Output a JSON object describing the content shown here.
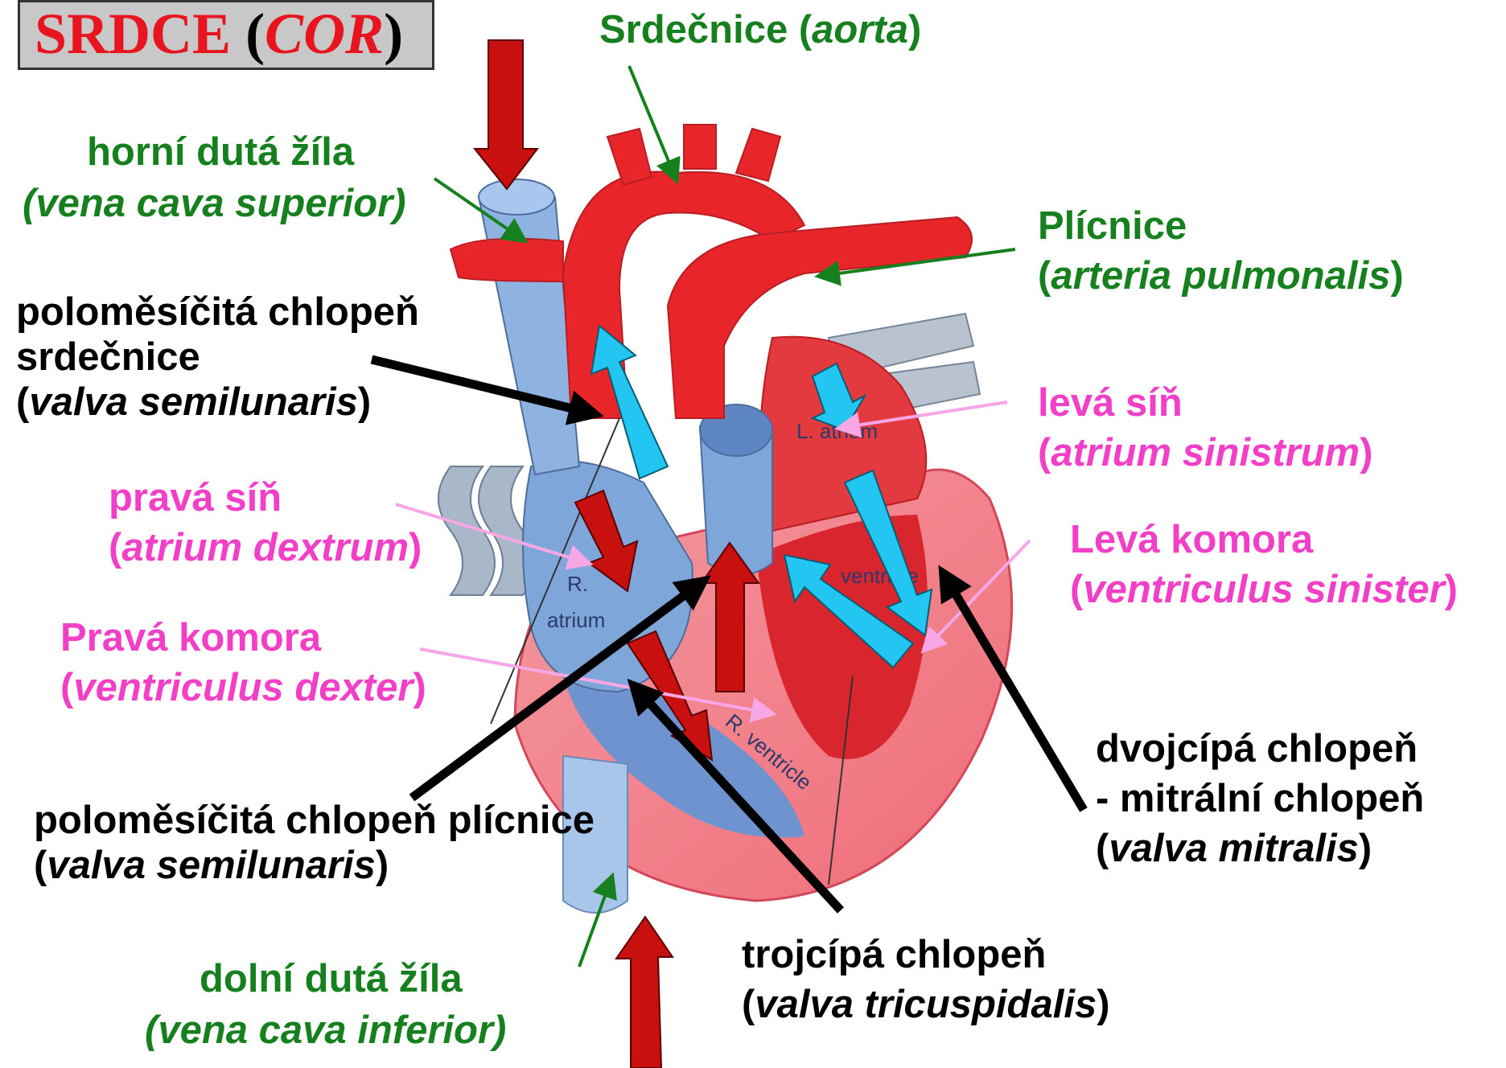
{
  "title": {
    "main": "SRDCE",
    "open": " (",
    "latin": "COR",
    "close": ")"
  },
  "labels": {
    "aorta": {
      "cz": "Srdečnice (",
      "lat": "aorta",
      "end": ")"
    },
    "vena_cava_superior": {
      "cz": "horní dutá žíla",
      "lat": "(vena cava superior)"
    },
    "arteria_pulmonalis": {
      "cz": "Plícnice",
      "open": "(",
      "lat": "arteria pulmonalis",
      "end": ")"
    },
    "aortic_valve": {
      "l1": "poloměsíčitá chlopeň",
      "l2": "srdečnice",
      "open": "(",
      "lat": "valva semilunaris",
      "end": ")"
    },
    "left_atrium": {
      "cz": "levá síň",
      "open": "(",
      "lat": "atrium sinistrum",
      "end": ")"
    },
    "right_atrium": {
      "cz": "pravá síň",
      "open": "(",
      "lat": "atrium dextrum",
      "end": ")"
    },
    "left_ventricle": {
      "cz": "Levá komora",
      "open": "(",
      "lat": "ventriculus sinister",
      "end": ")"
    },
    "right_ventricle": {
      "cz": "Pravá komora",
      "open": "(",
      "lat": "ventriculus dexter",
      "end": ")"
    },
    "mitral_valve": {
      "l1": "dvojcípá chlopeň",
      "l2": "- mitrální chlopeň",
      "open": "(",
      "lat": "valva mitralis",
      "end": ")"
    },
    "pulmonary_valve": {
      "l1": "poloměsíčitá chlopeň plícnice",
      "open": "(",
      "lat": "valva semilunaris",
      "end": ")"
    },
    "tricuspid_valve": {
      "cz": "trojcípá chlopeň",
      "open": "(",
      "lat": "valva tricuspidalis",
      "end": ")"
    },
    "vena_cava_inferior": {
      "cz": "dolní dutá žíla",
      "lat": "(vena cava inferior)"
    }
  },
  "diagram_text": {
    "l_atrium": "L. atrium",
    "r_atrium_1": "R.",
    "r_atrium_2": "atrium",
    "ventricle": "ventricle",
    "r_ventricle": "R. ventricle"
  },
  "colors": {
    "green_label": "#16801e",
    "pink_label": "#f23fc8",
    "oxygenated_red": "#e8262a",
    "deoxygenated_blue": "#7fa6d8",
    "flow_arrow_red": "#c8100e",
    "flow_arrow_cyan": "#22c6f0"
  }
}
